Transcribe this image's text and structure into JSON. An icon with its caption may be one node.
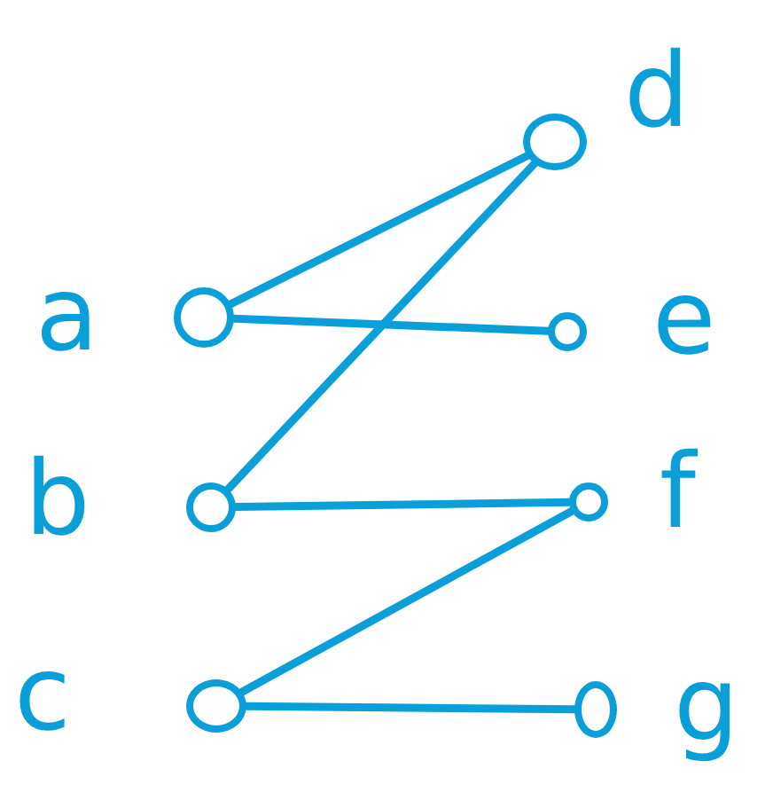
{
  "diagram": {
    "nodes": [
      {
        "text": [],
        "shape": "circle",
        "beside": [
          "d"
        ]
      },
      {
        "text": [],
        "shape": "circle",
        "beside": [
          "a"
        ]
      },
      {
        "text": [],
        "shape": "circle",
        "beside": [
          "e"
        ]
      },
      {
        "text": [],
        "shape": "circle",
        "beside": [
          "b"
        ]
      },
      {
        "text": [],
        "shape": "circle",
        "beside": [
          "f"
        ]
      },
      {
        "text": [],
        "shape": "circle",
        "beside": [
          "c"
        ]
      },
      {
        "text": [],
        "shape": "circle",
        "beside": [
          "g"
        ]
      }
    ],
    "edges": [
      {
        "from": 1,
        "to": 0,
        "arrow": "none"
      },
      {
        "from": 1,
        "to": 2,
        "arrow": "none"
      },
      {
        "from": 3,
        "to": 0,
        "arrow": "none"
      },
      {
        "from": 3,
        "to": 4,
        "arrow": "none"
      },
      {
        "from": 5,
        "to": 4,
        "arrow": "none"
      },
      {
        "from": 5,
        "to": 6,
        "arrow": "none"
      }
    ]
  }
}
